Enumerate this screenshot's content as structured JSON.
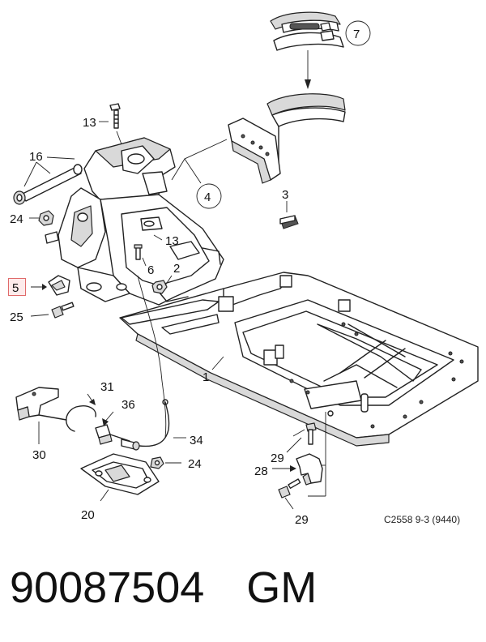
{
  "diagram": {
    "callouts": {
      "c1": "1",
      "c2": "2",
      "c3": "3",
      "c4": "4",
      "c5": "5",
      "c6": "6",
      "c7": "7",
      "c13a": "13",
      "c13b": "13",
      "c16": "16",
      "c20": "20",
      "c24a": "24",
      "c24b": "24",
      "c25": "25",
      "c28": "28",
      "c29a": "29",
      "c29b": "29",
      "c30": "30",
      "c31": "31",
      "c34": "34",
      "c36": "36"
    },
    "highlighted_callout": "5",
    "reference_code": "C2558 9-3 (9440)"
  },
  "footer": {
    "part_number": "90087504",
    "brand": "GM"
  }
}
